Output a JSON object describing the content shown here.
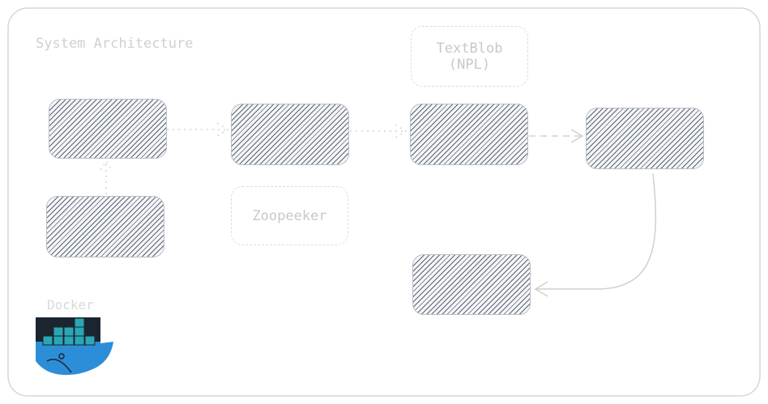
{
  "diagram": {
    "title": "System Architecture",
    "nodes": {
      "n1": "",
      "n2": "",
      "n3": "",
      "n4": "",
      "n5": "",
      "n6": ""
    },
    "annotations": {
      "textblob_line1": "TextBlob",
      "textblob_line2": "(NPL)",
      "zoopeeker": "Zoopeeker",
      "docker": "Docker"
    },
    "colors": {
      "hatch": "#5a6472",
      "border": "#b9bec8",
      "arrow": "#d4d4d4",
      "docker_blue": "#2d8ed8",
      "docker_dark": "#1b2530"
    }
  }
}
